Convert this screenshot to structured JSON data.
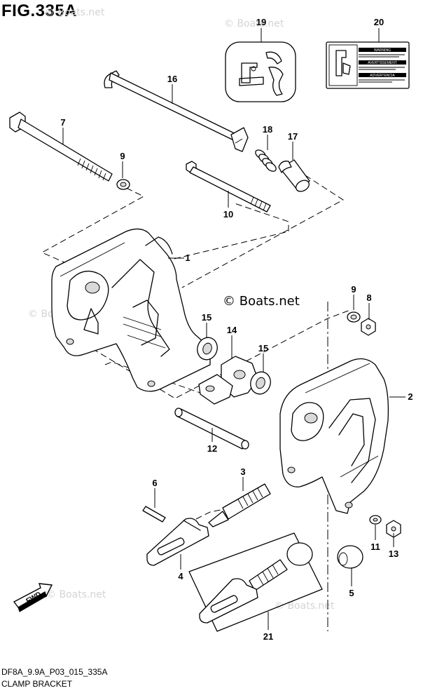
{
  "figure": {
    "title": "FIG.335A",
    "code": "DF8A_9.9A_P03_015_335A",
    "name": "CLAMP BRACKET"
  },
  "watermark": {
    "text": "© Boats.net"
  },
  "direction_arrow": {
    "label": "FWD",
    "icon": "fwd-arrow-icon"
  },
  "callouts": [
    {
      "id": "c1",
      "number": "1"
    },
    {
      "id": "c2",
      "number": "2"
    },
    {
      "id": "c3",
      "number": "3"
    },
    {
      "id": "c4",
      "number": "4"
    },
    {
      "id": "c5",
      "number": "5"
    },
    {
      "id": "c6",
      "number": "6"
    },
    {
      "id": "c7",
      "number": "7"
    },
    {
      "id": "c8",
      "number": "8"
    },
    {
      "id": "c9a",
      "number": "9"
    },
    {
      "id": "c9b",
      "number": "9"
    },
    {
      "id": "c10",
      "number": "10"
    },
    {
      "id": "c11",
      "number": "11"
    },
    {
      "id": "c12",
      "number": "12"
    },
    {
      "id": "c13",
      "number": "13"
    },
    {
      "id": "c14",
      "number": "14"
    },
    {
      "id": "c15a",
      "number": "15"
    },
    {
      "id": "c15b",
      "number": "15"
    },
    {
      "id": "c16",
      "number": "16"
    },
    {
      "id": "c17",
      "number": "17"
    },
    {
      "id": "c18",
      "number": "18"
    },
    {
      "id": "c19",
      "number": "19"
    },
    {
      "id": "c20",
      "number": "20"
    },
    {
      "id": "c21",
      "number": "21"
    }
  ],
  "warning_label": {
    "lines": [
      "WARNING",
      "AVERTISSEMENT",
      "ADVERTENCIA"
    ]
  }
}
